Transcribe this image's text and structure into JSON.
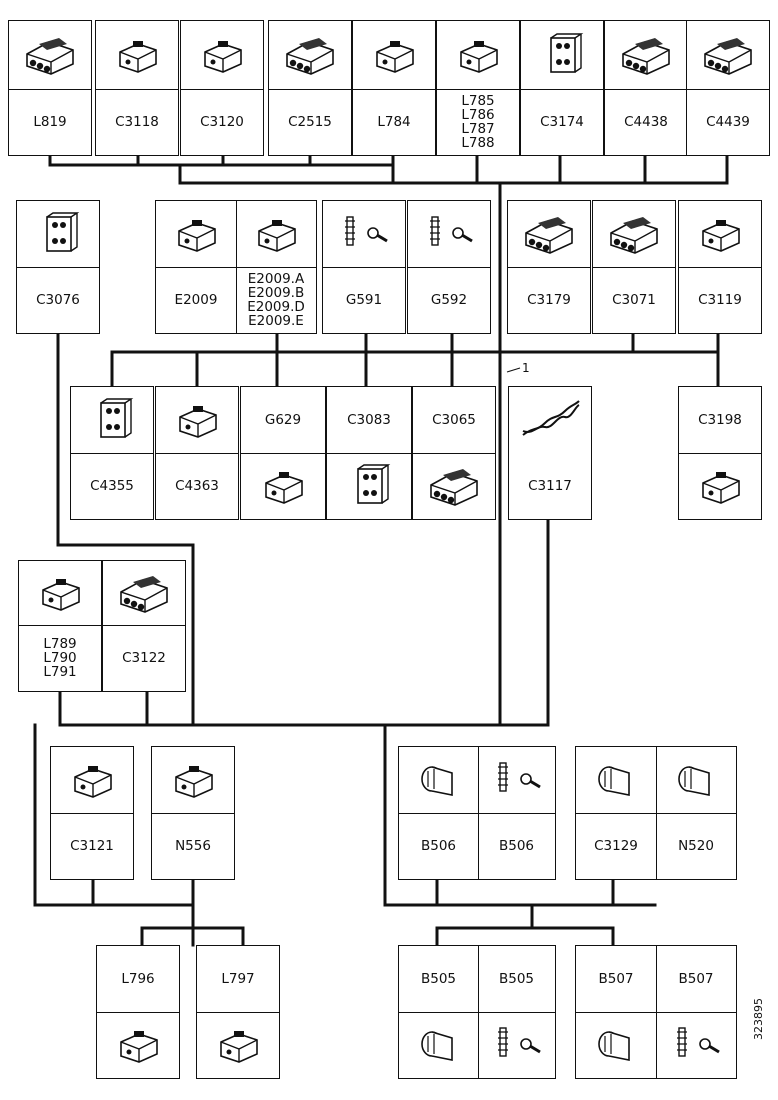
{
  "diagram_code": "323895",
  "wire_marker": "1",
  "connectors": {
    "L819": "L819",
    "C3118": "C3118",
    "C3120": "C3120",
    "C2515": "C2515",
    "L784": "L784",
    "L785_788": "L785\nL786\nL787\nL788",
    "C3174": "C3174",
    "C4438": "C4438",
    "C4439": "C4439",
    "C3076": "C3076",
    "E2009": "E2009",
    "E2009_sub": "E2009.A\nE2009.B\nE2009.D\nE2009.E",
    "G591": "G591",
    "G592": "G592",
    "C3179": "C3179",
    "C3071": "C3071",
    "C3119": "C3119",
    "C4355": "C4355",
    "C4363": "C4363",
    "G629": "G629",
    "C3083": "C3083",
    "C3065": "C3065",
    "C3117": "C3117",
    "C3198": "C3198",
    "L789_791": "L789\nL790\nL791",
    "C3122": "C3122",
    "C3121": "C3121",
    "N556": "N556",
    "B506a": "B506",
    "B506b": "B506",
    "C3129": "C3129",
    "N520": "N520",
    "L796": "L796",
    "L797": "L797",
    "B505a": "B505",
    "B505b": "B505",
    "B507a": "B507",
    "B507b": "B507"
  },
  "icons": {
    "multi-pin-connector": "multi-pin-connector-icon",
    "small-connector": "small-connector-icon",
    "ground-terminal": "ground-terminal-icon",
    "sensor": "sensor-icon",
    "twisted-wire": "twisted-wire-icon",
    "relay": "relay-icon"
  },
  "colors": {
    "line": "#111111",
    "background": "#ffffff"
  }
}
